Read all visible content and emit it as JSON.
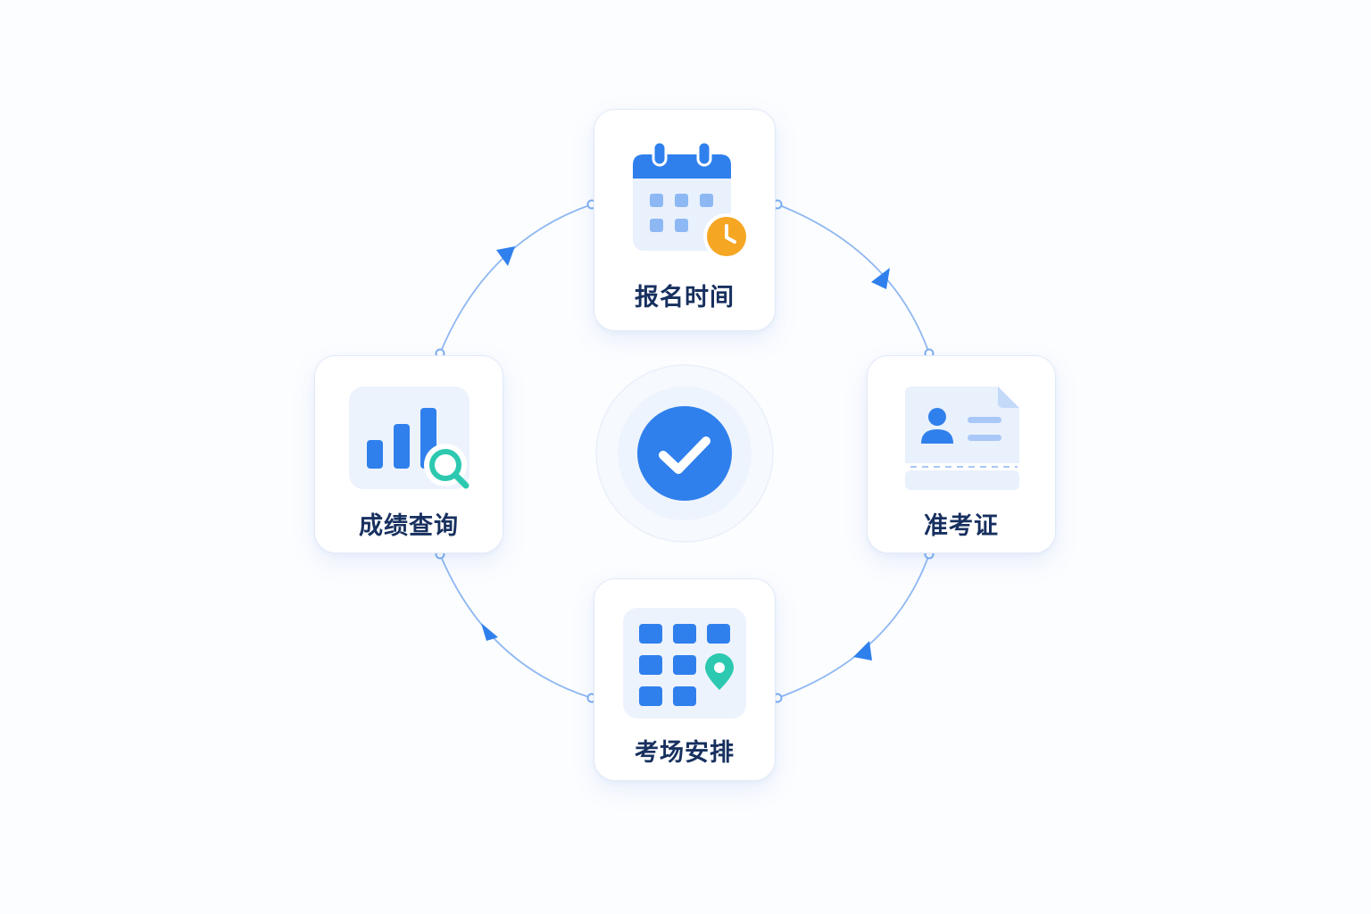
{
  "diagram": {
    "steps": [
      {
        "id": "registration",
        "label": "报名时间",
        "icon": "calendar-clock-icon"
      },
      {
        "id": "admission",
        "label": "准考证",
        "icon": "admission-ticket-icon"
      },
      {
        "id": "venue",
        "label": "考场安排",
        "icon": "seat-grid-location-icon"
      },
      {
        "id": "scores",
        "label": "成绩查询",
        "icon": "bar-chart-search-icon"
      }
    ],
    "center_icon": "checkmark-icon",
    "flow_direction": "clockwise"
  },
  "colors": {
    "primary": "#2f80ed",
    "primary_light": "#a9c8f7",
    "tile_bg": "#edf3fd",
    "accent_orange": "#f5a623",
    "accent_teal": "#2cc9b0",
    "text": "#17305f",
    "ring_line": "#8fb8f2"
  }
}
